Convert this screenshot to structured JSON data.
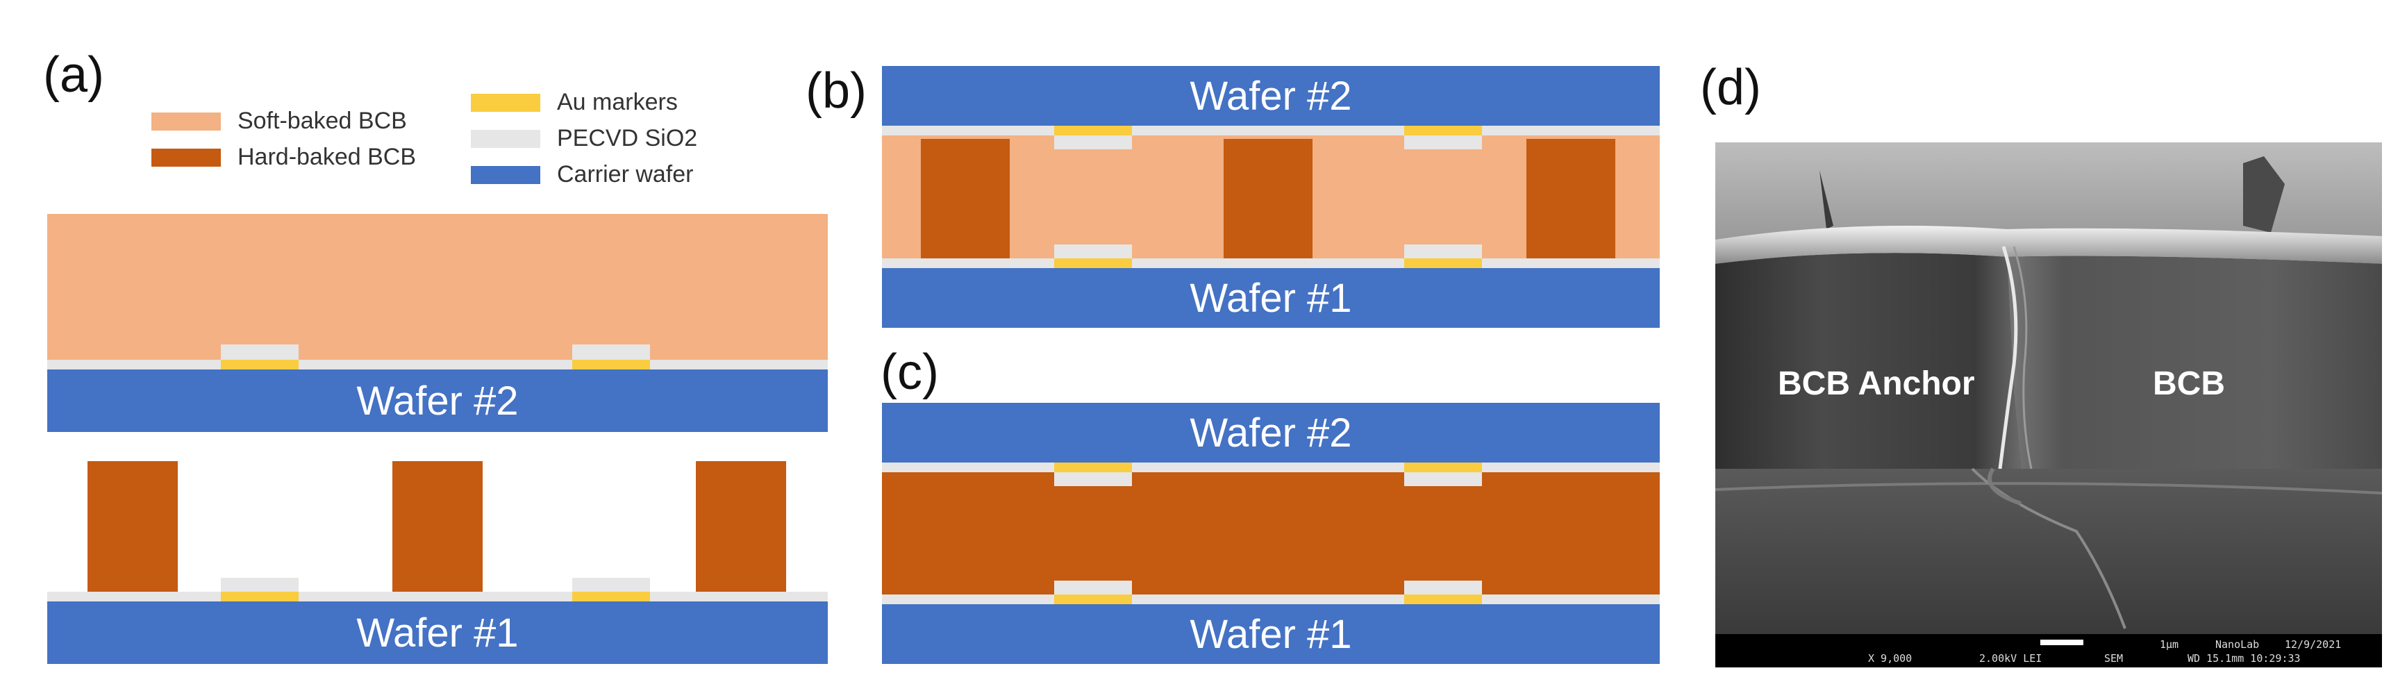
{
  "panels": {
    "a": "(a)",
    "b": "(b)",
    "c": "(c)",
    "d": "(d)"
  },
  "legend": {
    "soft_baked": "Soft-baked BCB",
    "hard_baked": "Hard-baked BCB",
    "au_markers": "Au markers",
    "sio2": "PECVD SiO2",
    "carrier": "Carrier wafer"
  },
  "wafers": {
    "wafer1": "Wafer #1",
    "wafer2": "Wafer #2"
  },
  "sem": {
    "label_anchor": "BCB Anchor",
    "label_bcb": "BCB",
    "bar_mag": "X 9,000",
    "bar_kv": "2.00kV LEI",
    "bar_mode": "SEM",
    "bar_scale": "1µm",
    "bar_wd": "WD 15.1mm 10:29:33",
    "bar_lab": "NanoLab",
    "bar_date": "12/9/2021"
  },
  "colors": {
    "soft_baked": "#f4b183",
    "hard_baked": "#c55a11",
    "au_markers": "#f9cd3f",
    "sio2": "#e6e6e6",
    "carrier": "#4472c4"
  }
}
